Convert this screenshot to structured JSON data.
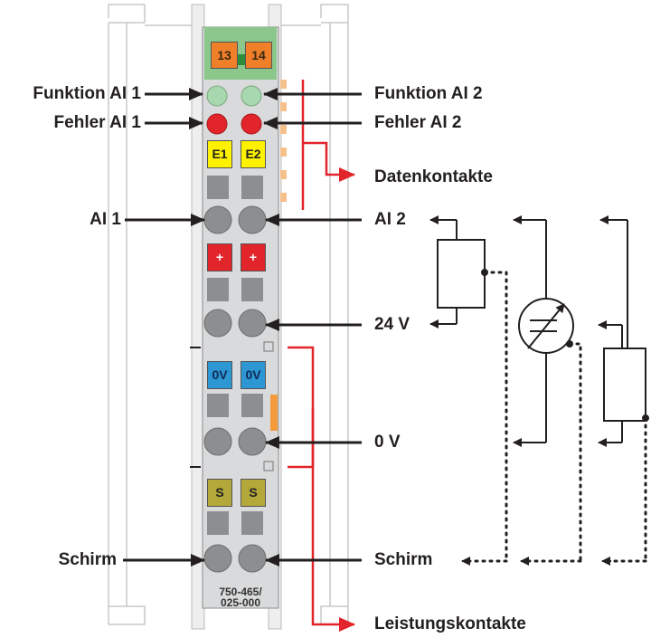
{
  "colors": {
    "arrow": "#231f20",
    "power_contact": "#e2242b",
    "module_body": "#d9dadb",
    "rail_outline": "#c8c9ca",
    "led_green": "#a8d8b0",
    "led_red": "#e2242b",
    "header_green": "#8bc78b",
    "tag_orange": "#f07f2a",
    "tag_yellow": "#fff200",
    "tag_blue": "#2c97d3",
    "tag_olive": "#b4a83a"
  },
  "module": {
    "channel_tags": [
      "13",
      "14"
    ],
    "part_number_line1": "750-465/",
    "part_number_line2": "025-000",
    "terminal_tags": {
      "e1": "E1",
      "e2": "E2",
      "plus_left": "+",
      "plus_right": "+",
      "zero_left": "0V",
      "zero_right": "0V",
      "s_left": "S",
      "s_right": "S"
    }
  },
  "labels": {
    "funktion_ai1": "Funktion AI 1",
    "funktion_ai2": "Funktion AI 2",
    "fehler_ai1": "Fehler AI 1",
    "fehler_ai2": "Fehler AI 2",
    "datenkontakte": "Datenkontakte",
    "ai1": "AI 1",
    "ai2": "AI 2",
    "v24": "24 V",
    "v0": "0 V",
    "schirm_left": "Schirm",
    "schirm_right": "Schirm",
    "leistungskontakte": "Leistungskontakte"
  }
}
